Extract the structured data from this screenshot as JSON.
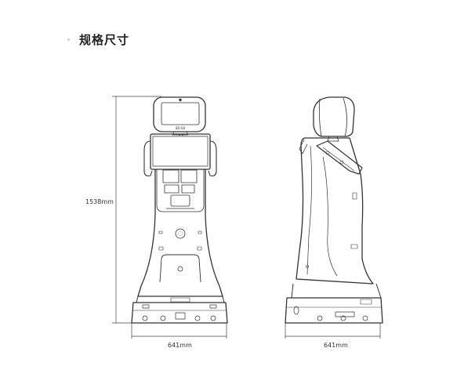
{
  "page": {
    "title": "规格尺寸"
  },
  "dimensions": {
    "height_label": "1538mm",
    "front_width_label": "641mm",
    "side_width_label": "641mm"
  },
  "display": {
    "head_screen_text": "8D.08"
  }
}
